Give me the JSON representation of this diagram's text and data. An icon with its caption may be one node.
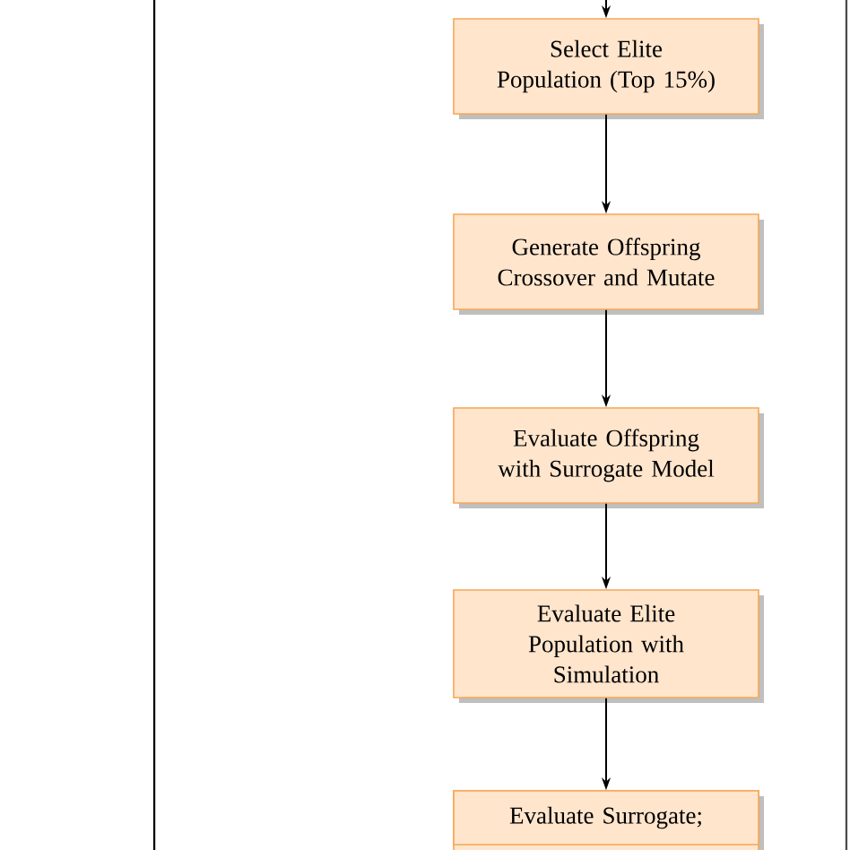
{
  "diagram": {
    "nodes": [
      {
        "text": [
          "Select Elite Population (Top 15%)"
        ]
      },
      {
        "text": [
          "Generate Offspring Crossover and Mutate"
        ]
      },
      {
        "text": [
          "Evaluate Offspring with Surrogate Model"
        ]
      },
      {
        "text": [
          "Evaluate Elite Population with Simulation"
        ]
      },
      {
        "text": [
          "Evaluate Surrogate;"
        ]
      }
    ],
    "edges": [
      {
        "from": null,
        "to": 0,
        "arrow": "to"
      },
      {
        "from": 0,
        "to": 1,
        "arrow": "to"
      },
      {
        "from": 1,
        "to": 2,
        "arrow": "to"
      },
      {
        "from": 2,
        "to": 3,
        "arrow": "to"
      },
      {
        "from": 3,
        "to": 4,
        "arrow": "to"
      }
    ]
  }
}
